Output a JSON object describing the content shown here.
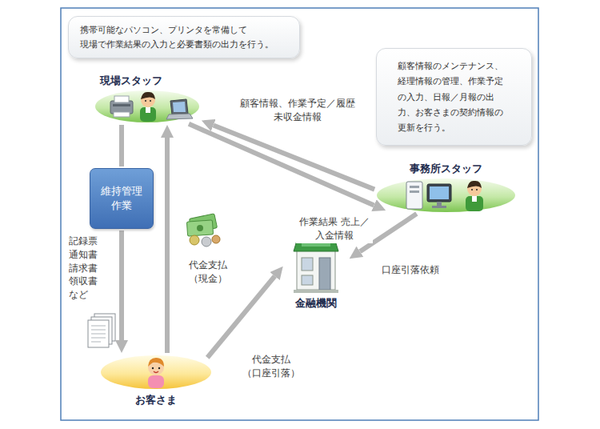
{
  "diagram": {
    "nodes": [
      {
        "text": [
          "携帯可能なパソコン、プリンタを常備して 現場で作業結果の入力と必要書類の出力を行う。"
        ]
      },
      {
        "text": [
          "現場スタッフ"
        ]
      },
      {
        "text": [
          "顧客情報のメンテナンス、経理情報の管理、作業予定の入力、日報／月報の出力、お客さまの契約情報の更新を行う。"
        ]
      },
      {
        "text": [
          "事務所スタッフ"
        ]
      },
      {
        "text": [
          "維持管理作業"
        ]
      },
      {
        "text": [
          "金融機関"
        ]
      },
      {
        "text": [
          "お客さま"
        ]
      }
    ],
    "edges": [
      {
        "from": 3,
        "to": 1,
        "arrow": "to",
        "label": "顧客情報、作業予定／履歴 未収金情報"
      },
      {
        "from": 1,
        "to": 3,
        "arrow": "to",
        "label": "作業結果 売上／入金情報"
      },
      {
        "from": 1,
        "to": 4,
        "arrow": "none"
      },
      {
        "from": 4,
        "to": 6,
        "arrow": "to",
        "label": "記録票 通知書 請求書 領収書 など"
      },
      {
        "from": 6,
        "to": 1,
        "arrow": "to",
        "label": "代金支払 （現金）"
      },
      {
        "from": 6,
        "to": 5,
        "arrow": "to",
        "label": "代金支払 （口座引落）"
      },
      {
        "from": 3,
        "to": 5,
        "arrow": "to",
        "label": "口座引落依頼"
      }
    ]
  }
}
